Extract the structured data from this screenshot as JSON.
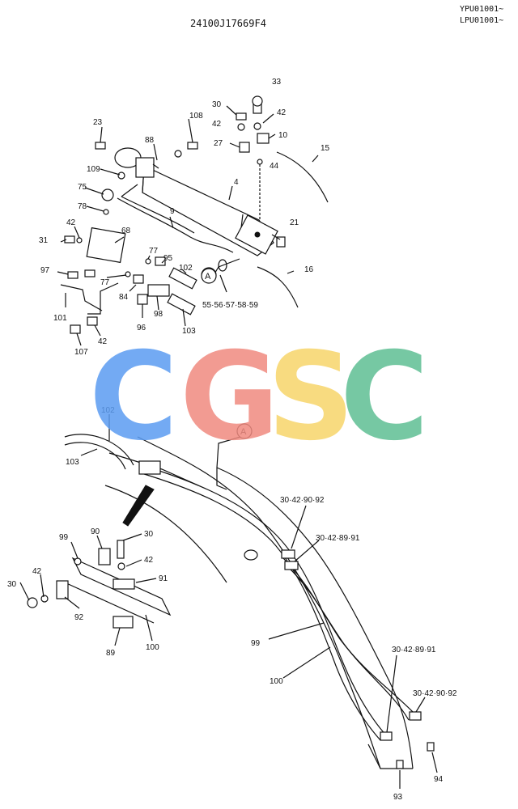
{
  "header": {
    "drawing_number": "24100J17669F4",
    "serial_1": "YPU01001~",
    "serial_2": "LPU01001~"
  },
  "watermark": {
    "letters": [
      "C",
      "G",
      "S",
      "C"
    ],
    "colors": [
      "#5b9cf2",
      "#f08a80",
      "#f7d56a",
      "#5fbf94"
    ]
  },
  "callouts": {
    "detail_marker": "A",
    "p33": "33",
    "p30a": "30",
    "p42a": "42",
    "p108": "108",
    "p42b": "42",
    "p10": "10",
    "p23": "23",
    "p88": "88",
    "p27": "27",
    "p15": "15",
    "p44": "44",
    "p109": "109",
    "p4": "4",
    "p75": "75",
    "p78": "78",
    "p9": "9",
    "p42c": "42",
    "p21": "21",
    "p68": "68",
    "p31": "31",
    "p77a": "77",
    "p95": "95",
    "p102a": "102",
    "p16": "16",
    "p97": "97",
    "p77b": "77",
    "p84": "84",
    "p55": "55·56·57·58·59",
    "p101": "101",
    "p98": "98",
    "p96": "96",
    "p103a": "103",
    "p107": "107",
    "p42d": "42",
    "p102b": "102",
    "p103b": "103",
    "p30_42_90_92a": "30·42·90·92",
    "p30_42_89_91a": "30·42·89·91",
    "p99a": "99",
    "p90": "90",
    "p30b": "30",
    "p42e": "42",
    "p91": "91",
    "p42f": "42",
    "p30c": "30",
    "p92": "92",
    "p89": "89",
    "p100a": "100",
    "p99b": "99",
    "p100b": "100",
    "p30_42_89_91b": "30·42·89·91",
    "p30_42_90_92b": "30·42·90·92",
    "p93": "93",
    "p94": "94"
  }
}
